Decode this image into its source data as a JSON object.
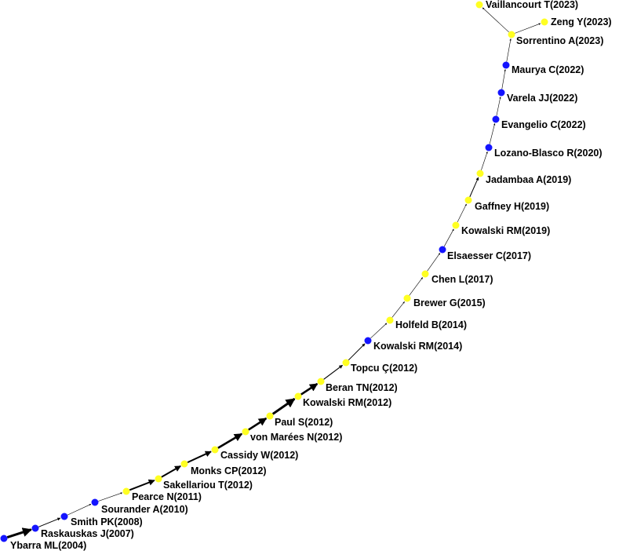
{
  "colors": {
    "highlight": "#ffff22",
    "standard": "#1414ff",
    "edge": "#000000",
    "label": "#000000"
  },
  "nodes": [
    {
      "id": "ybarra",
      "label": "Ybarra ML(2004)",
      "color": "standard"
    },
    {
      "id": "raskauskas",
      "label": "Raskauskas J(2007)",
      "color": "standard"
    },
    {
      "id": "smith",
      "label": "Smith PK(2008)",
      "color": "standard"
    },
    {
      "id": "sourander",
      "label": "Sourander A(2010)",
      "color": "standard"
    },
    {
      "id": "pearce",
      "label": "Pearce N(2011)",
      "color": "highlight"
    },
    {
      "id": "sakellariou",
      "label": "Sakellariou T(2012)",
      "color": "highlight"
    },
    {
      "id": "monks",
      "label": "Monks CP(2012)",
      "color": "highlight"
    },
    {
      "id": "cassidy",
      "label": "Cassidy W(2012)",
      "color": "highlight"
    },
    {
      "id": "vonmarees",
      "label": "von Marées N(2012)",
      "color": "highlight"
    },
    {
      "id": "paul",
      "label": "Paul S(2012)",
      "color": "highlight"
    },
    {
      "id": "kowalski2012",
      "label": "Kowalski RM(2012)",
      "color": "highlight"
    },
    {
      "id": "beran",
      "label": "Beran TN(2012)",
      "color": "highlight"
    },
    {
      "id": "topcu",
      "label": "Topcu Ç(2012)",
      "color": "highlight"
    },
    {
      "id": "kowalski2014",
      "label": "Kowalski RM(2014)",
      "color": "standard"
    },
    {
      "id": "holfeld",
      "label": "Holfeld B(2014)",
      "color": "highlight"
    },
    {
      "id": "brewer",
      "label": "Brewer G(2015)",
      "color": "highlight"
    },
    {
      "id": "chen",
      "label": "Chen L(2017)",
      "color": "highlight"
    },
    {
      "id": "elsaesser",
      "label": "Elsaesser C(2017)",
      "color": "standard"
    },
    {
      "id": "kowalski2019",
      "label": "Kowalski RM(2019)",
      "color": "highlight"
    },
    {
      "id": "gaffney",
      "label": "Gaffney H(2019)",
      "color": "highlight"
    },
    {
      "id": "jadambaa",
      "label": "Jadambaa A(2019)",
      "color": "highlight"
    },
    {
      "id": "lozano",
      "label": "Lozano-Blasco R(2020)",
      "color": "standard"
    },
    {
      "id": "evangelio",
      "label": "Evangelio C(2022)",
      "color": "standard"
    },
    {
      "id": "varela",
      "label": "Varela JJ(2022)",
      "color": "standard"
    },
    {
      "id": "maurya",
      "label": "Maurya C(2022)",
      "color": "standard"
    },
    {
      "id": "sorrentino",
      "label": "Sorrentino A(2023)",
      "color": "highlight"
    },
    {
      "id": "zeng",
      "label": "Zeng Y(2023)",
      "color": "highlight"
    },
    {
      "id": "vaillancourt",
      "label": "Vaillancourt T(2023)",
      "color": "highlight"
    }
  ],
  "edges": [
    {
      "from": "ybarra",
      "to": "raskauskas",
      "weight": 3
    },
    {
      "from": "raskauskas",
      "to": "smith",
      "weight": 1
    },
    {
      "from": "smith",
      "to": "sourander",
      "weight": 0.6
    },
    {
      "from": "sourander",
      "to": "pearce",
      "weight": 0.6
    },
    {
      "from": "pearce",
      "to": "sakellariou",
      "weight": 2
    },
    {
      "from": "sakellariou",
      "to": "monks",
      "weight": 2
    },
    {
      "from": "monks",
      "to": "cassidy",
      "weight": 2
    },
    {
      "from": "cassidy",
      "to": "vonmarees",
      "weight": 2.6
    },
    {
      "from": "vonmarees",
      "to": "paul",
      "weight": 2.6
    },
    {
      "from": "paul",
      "to": "kowalski2012",
      "weight": 3
    },
    {
      "from": "kowalski2012",
      "to": "beran",
      "weight": 2.6
    },
    {
      "from": "beran",
      "to": "topcu",
      "weight": 1.2
    },
    {
      "from": "topcu",
      "to": "kowalski2014",
      "weight": 1
    },
    {
      "from": "kowalski2014",
      "to": "holfeld",
      "weight": 0.6
    },
    {
      "from": "holfeld",
      "to": "brewer",
      "weight": 0.6
    },
    {
      "from": "brewer",
      "to": "chen",
      "weight": 0.6
    },
    {
      "from": "chen",
      "to": "elsaesser",
      "weight": 0.6
    },
    {
      "from": "elsaesser",
      "to": "kowalski2019",
      "weight": 0.6
    },
    {
      "from": "kowalski2019",
      "to": "gaffney",
      "weight": 0.6
    },
    {
      "from": "gaffney",
      "to": "jadambaa",
      "weight": 1
    },
    {
      "from": "jadambaa",
      "to": "lozano",
      "weight": 0.6
    },
    {
      "from": "lozano",
      "to": "evangelio",
      "weight": 0.6
    },
    {
      "from": "evangelio",
      "to": "varela",
      "weight": 0.6
    },
    {
      "from": "varela",
      "to": "maurya",
      "weight": 0.6
    },
    {
      "from": "maurya",
      "to": "sorrentino",
      "weight": 0.6
    },
    {
      "from": "sorrentino",
      "to": "zeng",
      "weight": 0.6
    },
    {
      "from": "sorrentino",
      "to": "vaillancourt",
      "weight": 0.6
    }
  ]
}
